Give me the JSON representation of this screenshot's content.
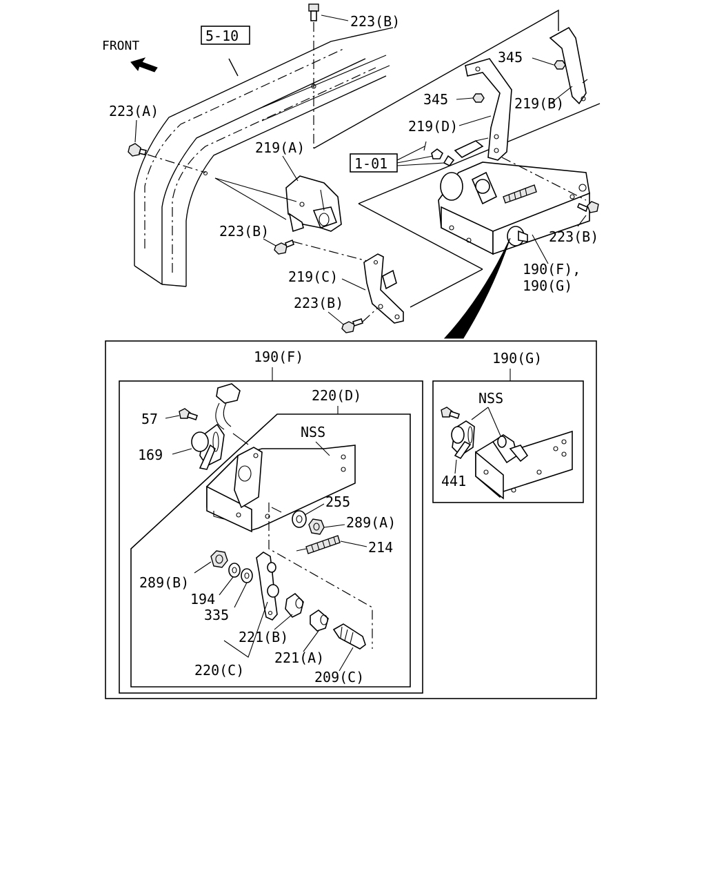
{
  "diagram": {
    "front_label": "FRONT",
    "ref_boxes": {
      "r510": "5-10",
      "r101": "1-01"
    },
    "callouts": {
      "c223b_top": "223(B)",
      "c345_a": "345",
      "c345_b": "345",
      "c219b": "219(B)",
      "c219d": "219(D)",
      "c223a": "223(A)",
      "c219a": "219(A)",
      "c223b_left": "223(B)",
      "c223b_right": "223(B)",
      "c190fg_1": "190(F),",
      "c190fg_2": "190(G)",
      "c219c": "219(C)",
      "c223b_bottom": "223(B)"
    },
    "detail_f": {
      "title": "190(F)",
      "sub_title": "220(D)",
      "nss": "NSS",
      "parts": {
        "p57": "57",
        "p169": "169",
        "p255": "255",
        "p289a": "289(A)",
        "p214": "214",
        "p289b": "289(B)",
        "p194": "194",
        "p335": "335",
        "p221b": "221(B)",
        "p220c": "220(C)",
        "p221a": "221(A)",
        "p209c": "209(C)"
      }
    },
    "detail_g": {
      "title": "190(G)",
      "nss": "NSS",
      "p441": "441"
    }
  }
}
